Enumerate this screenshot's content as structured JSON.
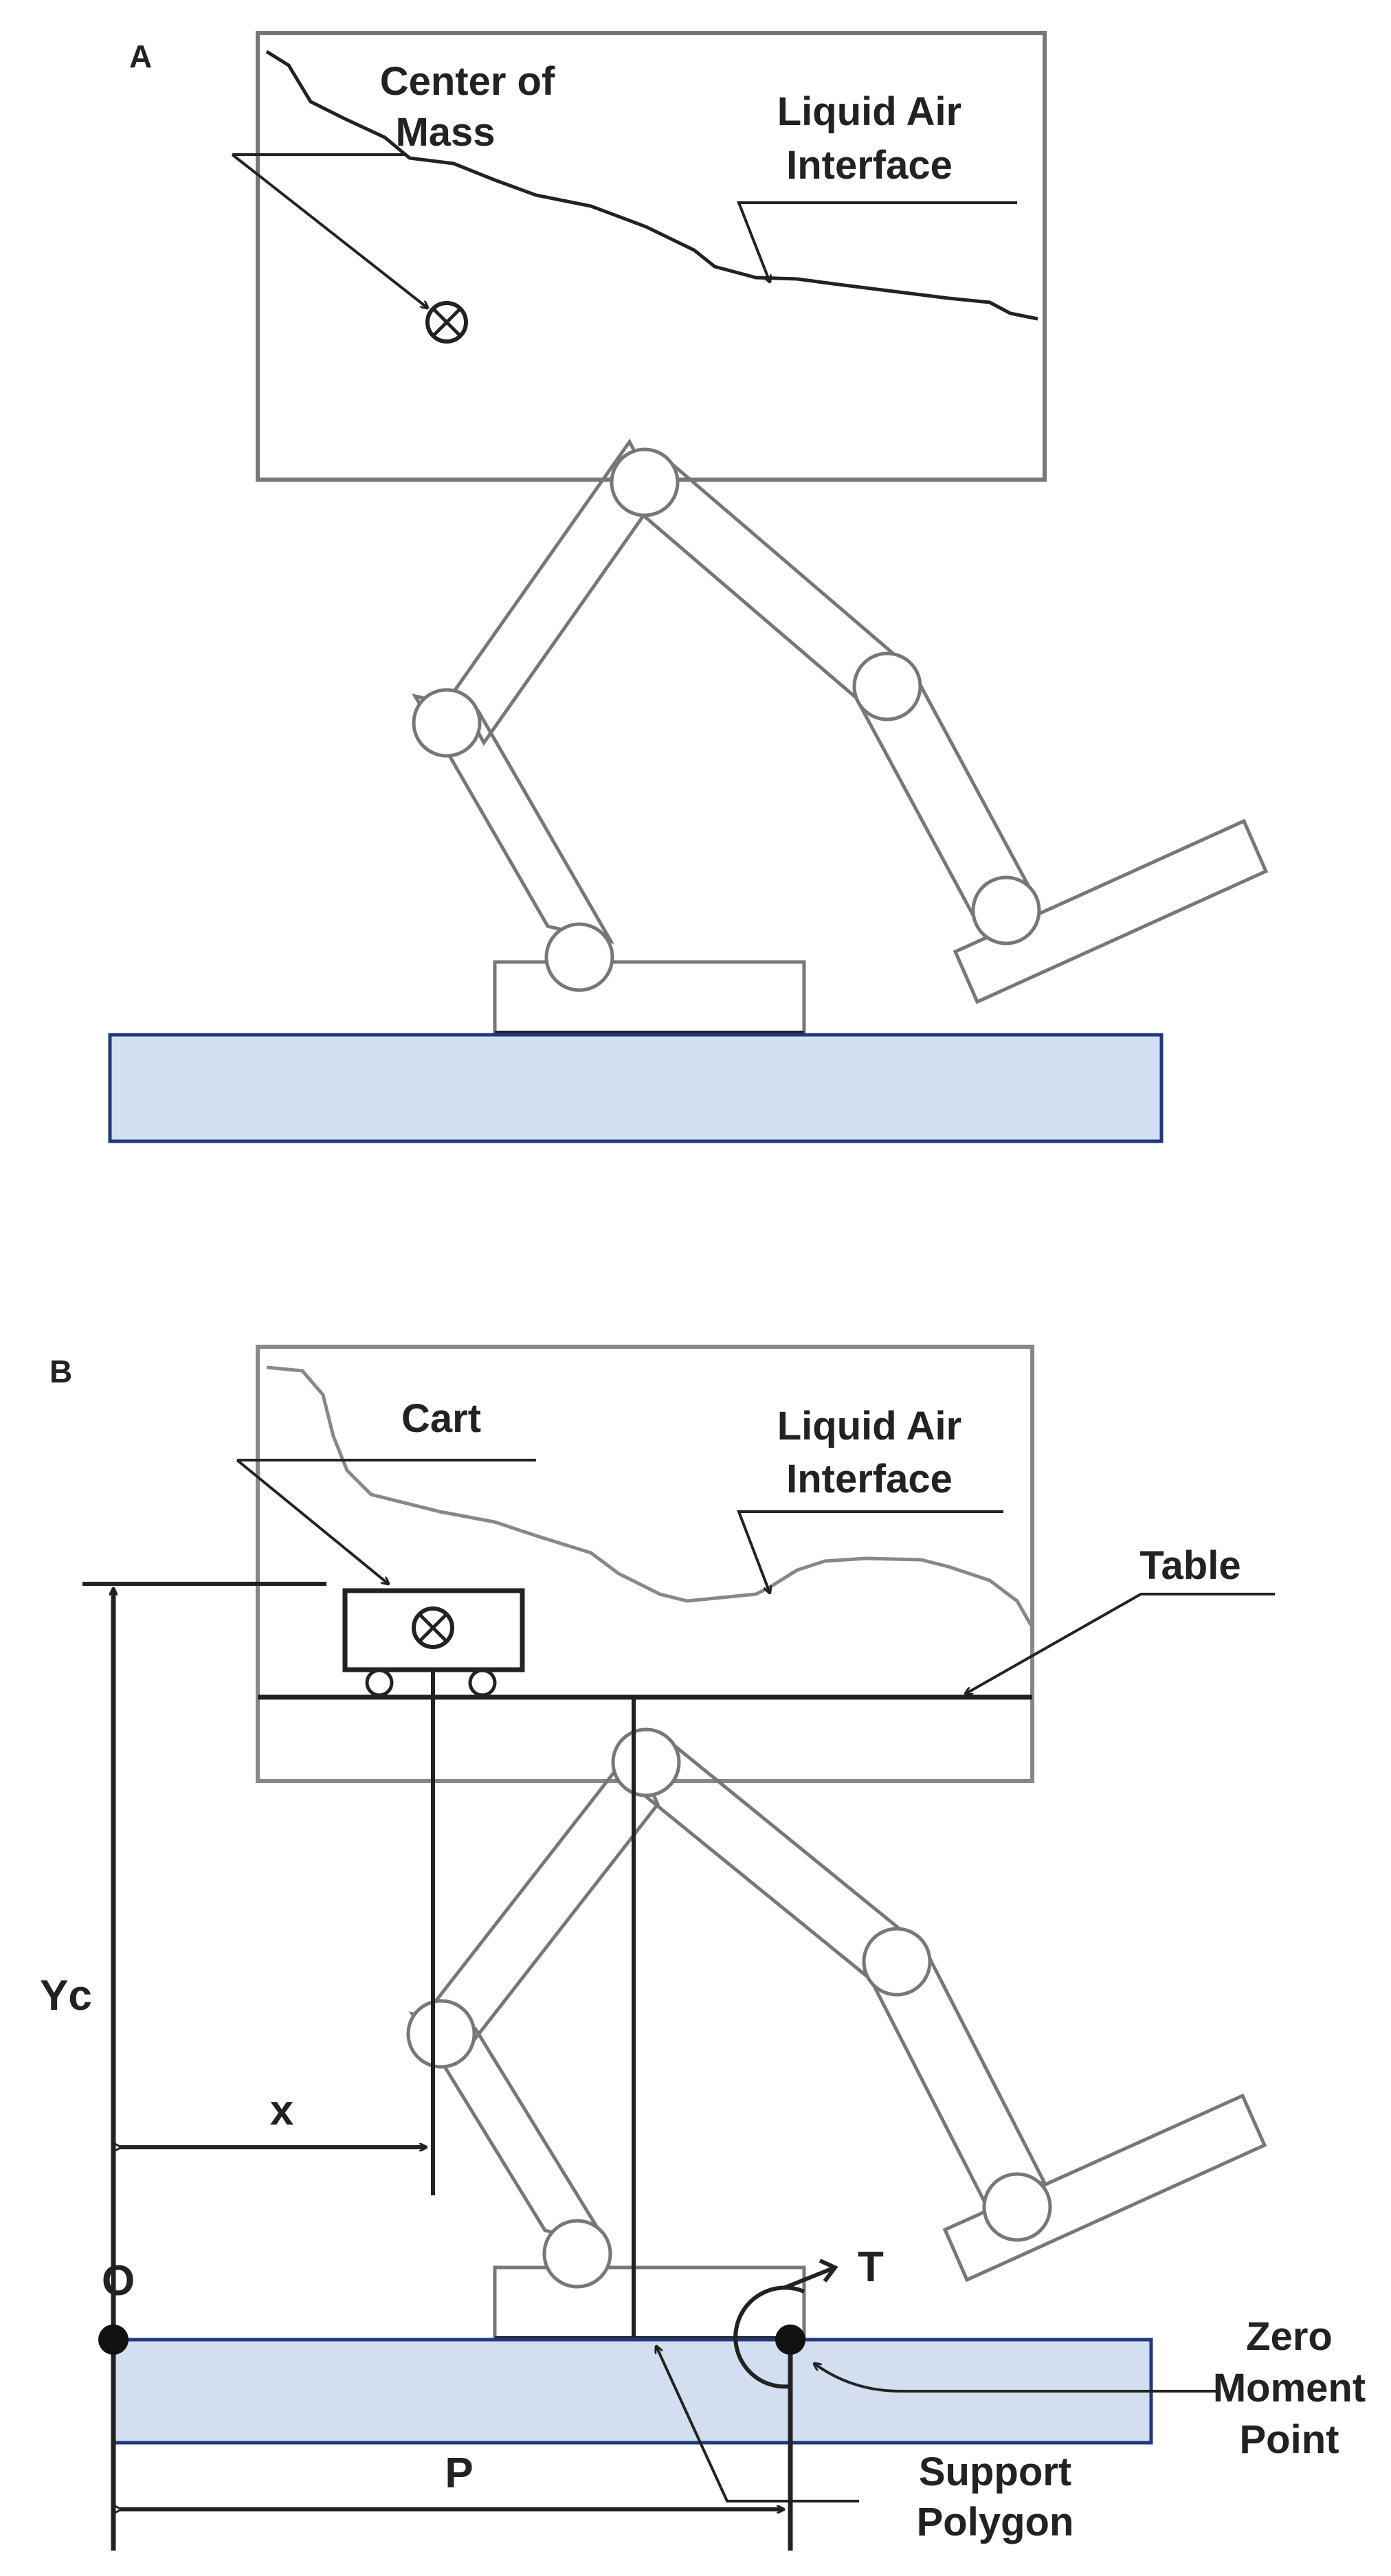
{
  "panel_a": {
    "label": "A",
    "center_of_mass_line1": "Center of",
    "center_of_mass_line2": "Mass",
    "interface_line1": "Liquid Air",
    "interface_line2": "Interface"
  },
  "panel_b": {
    "label": "B",
    "cart": "Cart",
    "interface_line1": "Liquid Air",
    "interface_line2": "Interface",
    "table": "Table",
    "yc": "Yc",
    "x": "x",
    "origin": "O",
    "torque": "T",
    "p": "P",
    "zmp_line1": "Zero",
    "zmp_line2": "Moment",
    "zmp_line3": "Point",
    "support_line1": "Support",
    "support_line2": "Polygon"
  },
  "colors": {
    "stroke": "#222222",
    "stroke_light": "#888888",
    "floor_fill": "#d3dff0",
    "floor_stroke": "#1f3a7a"
  }
}
